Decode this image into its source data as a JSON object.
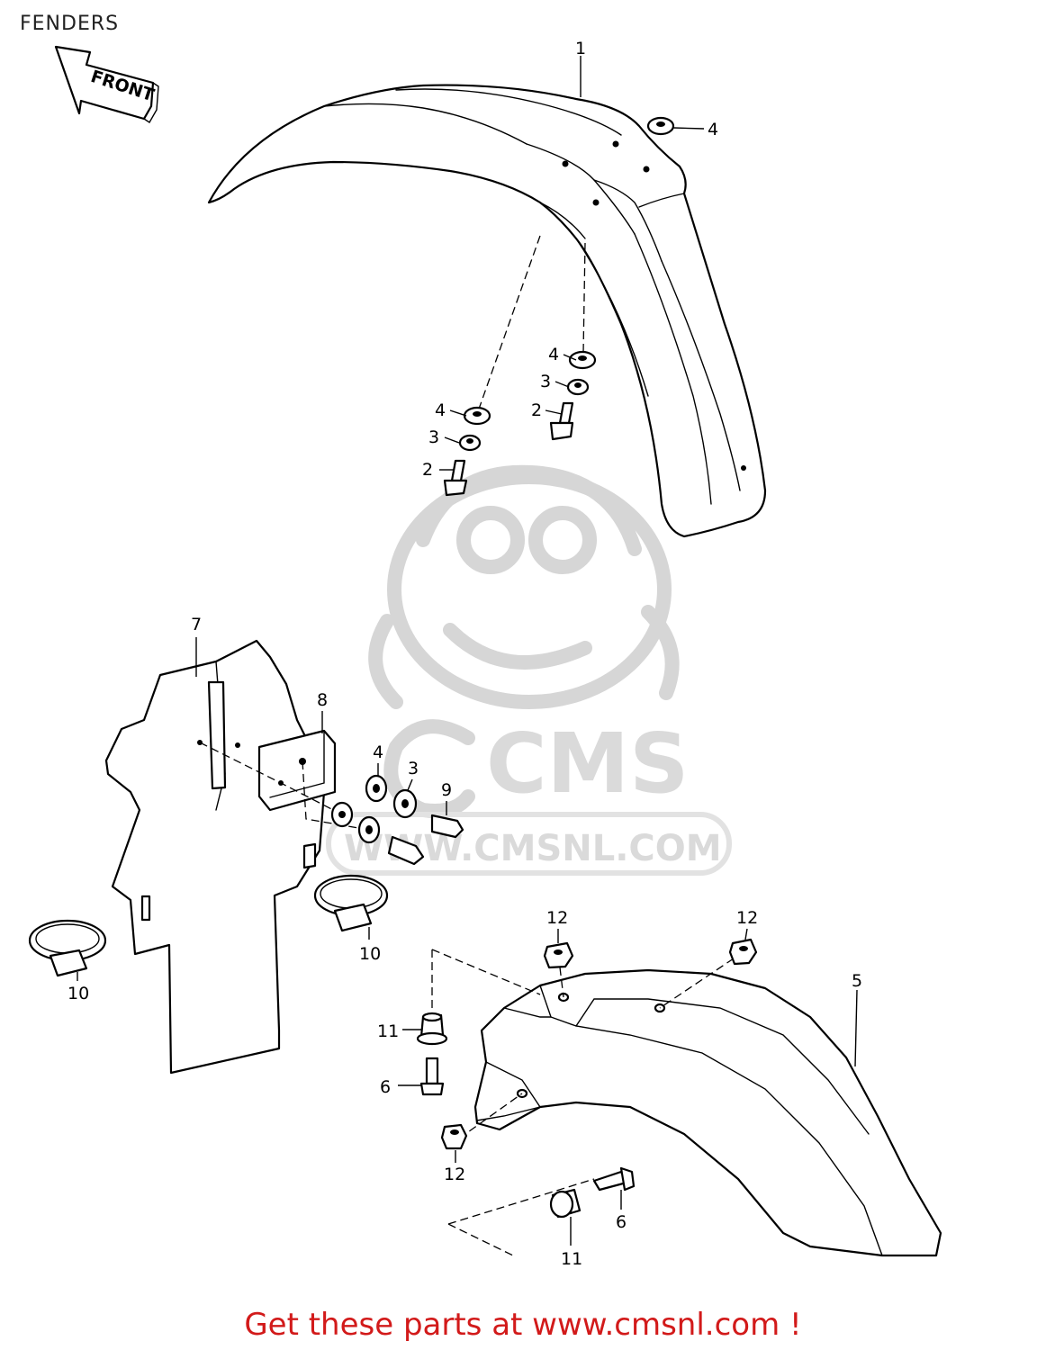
{
  "header": {
    "title": "FENDERS"
  },
  "direction_marker": {
    "label": "FRONT",
    "icon": "front-arrow-icon"
  },
  "watermark": {
    "brand": "CMS",
    "url": "WWW.CMSNL.COM",
    "icon": "cms-mascot-logo"
  },
  "callouts": [
    {
      "id": "c1",
      "label": "1"
    },
    {
      "id": "c4a",
      "label": "4"
    },
    {
      "id": "c4b",
      "label": "4"
    },
    {
      "id": "c3b",
      "label": "3"
    },
    {
      "id": "c2b",
      "label": "2"
    },
    {
      "id": "c4c",
      "label": "4"
    },
    {
      "id": "c3c",
      "label": "3"
    },
    {
      "id": "c2c",
      "label": "2"
    },
    {
      "id": "c7",
      "label": "7"
    },
    {
      "id": "c8",
      "label": "8"
    },
    {
      "id": "c4d",
      "label": "4"
    },
    {
      "id": "c3d",
      "label": "3"
    },
    {
      "id": "c9",
      "label": "9"
    },
    {
      "id": "c10a",
      "label": "10"
    },
    {
      "id": "c10b",
      "label": "10"
    },
    {
      "id": "c12a",
      "label": "12"
    },
    {
      "id": "c12b",
      "label": "12"
    },
    {
      "id": "c5",
      "label": "5"
    },
    {
      "id": "c11a",
      "label": "11"
    },
    {
      "id": "c6a",
      "label": "6"
    },
    {
      "id": "c12c",
      "label": "12"
    },
    {
      "id": "c6b",
      "label": "6"
    },
    {
      "id": "c11b",
      "label": "11"
    }
  ],
  "footer": {
    "link_text": "Get these parts at www.cmsnl.com !"
  },
  "colors": {
    "footer": "#d21a1a",
    "watermark": "#d6d6d6"
  }
}
